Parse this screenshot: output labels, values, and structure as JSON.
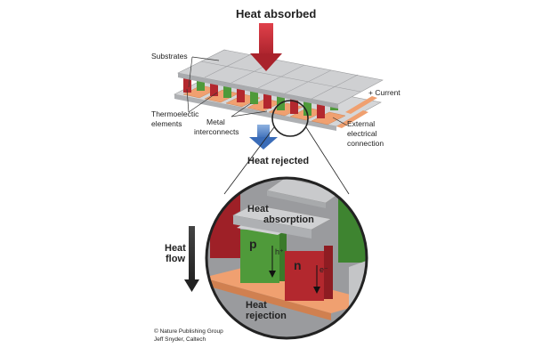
{
  "labels": {
    "heat_absorbed": "Heat absorbed",
    "substrates": "Substrates",
    "thermoelectric_line1": "Thermoelectic",
    "thermoelectric_line2": "elements",
    "metal_line1": "Metal",
    "metal_line2": "interconnects",
    "current": "+ Current",
    "external_line1": "External",
    "external_line2": "electrical",
    "external_line3": "connection",
    "heat_rejected": "Heat rejected",
    "heat_absorption_line1": "Heat",
    "heat_absorption_line2": "absorption",
    "p_type": "p",
    "n_type": "n",
    "hole_carrier": "h⁺",
    "electron_carrier": "e⁻",
    "heat_flow_line1": "Heat",
    "heat_flow_line2": "flow",
    "heat_rejection_line1": "Heat",
    "heat_rejection_line2": "rejection"
  },
  "credits": {
    "line1": "© Nature Publishing Group",
    "line2": "Jeff Snyder, Caltech"
  },
  "colors": {
    "substrate": "#c9cacc",
    "p_leg": "#4f9a3a",
    "n_leg": "#b3282e",
    "interconnect": "#f0a070",
    "heat_absorbed_arrow": "#b2243a",
    "heat_rejected_arrow": "#4d7fc4"
  }
}
